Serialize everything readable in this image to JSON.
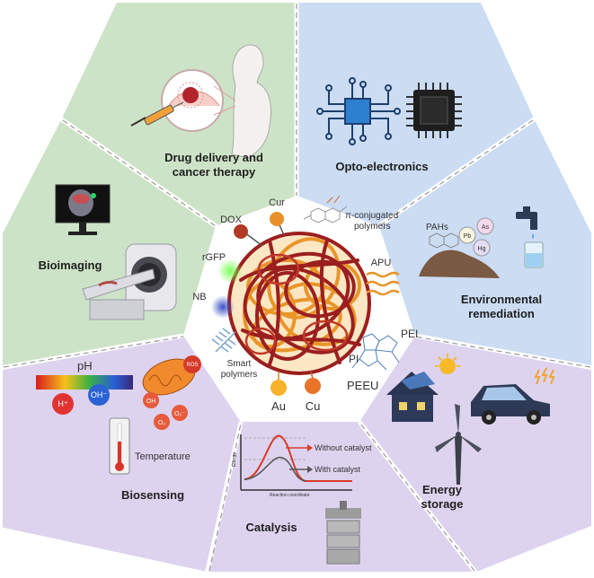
{
  "segments": {
    "drug_delivery": [
      "Drug delivery and",
      "cancer therapy"
    ],
    "opto": "Opto-electronics",
    "environmental": [
      "Environmental",
      "remediation"
    ],
    "energy": [
      "Energy",
      "storage"
    ],
    "catalysis": "Catalysis",
    "biosensing": "Biosensing",
    "bioimaging": "Bioimaging"
  },
  "center_labels": {
    "cur": "Cur",
    "dox": "DOX",
    "rgfp": "rGFP",
    "nb": "NB",
    "pi_conj": [
      "π-conjugated",
      "polymers"
    ],
    "apu": "APU",
    "pei": "PEI",
    "pi": "PI",
    "peeu": "PEEU",
    "smart": [
      "Smart",
      "polymers"
    ],
    "au": "Au",
    "cu": "Cu"
  },
  "details": {
    "pahs": "PAHs",
    "pb": "Pb",
    "as": "As",
    "hg": "Hg",
    "ph": "pH",
    "h_plus": "H⁺",
    "oh_minus": "OH⁻",
    "oh_radical": "OH",
    "ros": "ROS",
    "o2": "O₂",
    "o2_minus": "O₂⁻",
    "temperature": "Temperature",
    "without_catalyst": "Without catalyst",
    "with_catalyst": "With catalyst",
    "energy_axis": "Energy",
    "reaction_axis": "Reaction coordinate"
  },
  "colors": {
    "green": "#cfe3c8",
    "blue": "#cddcf2",
    "purple": "#ddd3ee",
    "network_dark": "#8e1c1c",
    "network_orange": "#e8952a"
  }
}
